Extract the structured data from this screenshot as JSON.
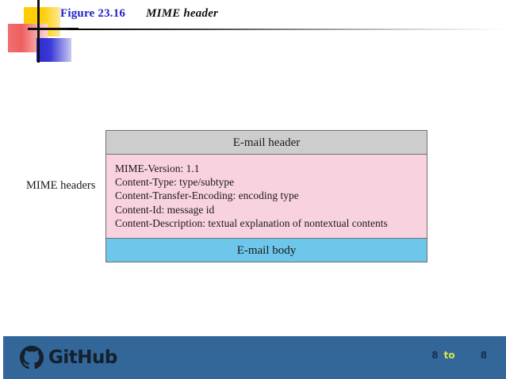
{
  "slide": {
    "figure_number": "Figure 23.16",
    "figure_title": "MIME header",
    "side_label": "MIME headers"
  },
  "diagram": {
    "email_header_label": "E-mail header",
    "email_body_label": "E-mail body",
    "mime_header_lines": [
      "MIME-Version: 1.1",
      "Content-Type: type/subtype",
      "Content-Transfer-Encoding: encoding type",
      "Content-Id: message id",
      "Content-Description: textual explanation of nontextual contents"
    ]
  },
  "footer": {
    "brand_name": "GitHub",
    "page_current": "8",
    "page_separator": "to",
    "page_total": "8"
  },
  "colors": {
    "figure_number": "#2222cc",
    "email_header_bg": "#cdcdcd",
    "mime_headers_bg": "#f9d2e0",
    "email_body_bg": "#6ec6ea",
    "footer_bg": "#336699",
    "page_separator": "#d8e84a"
  }
}
